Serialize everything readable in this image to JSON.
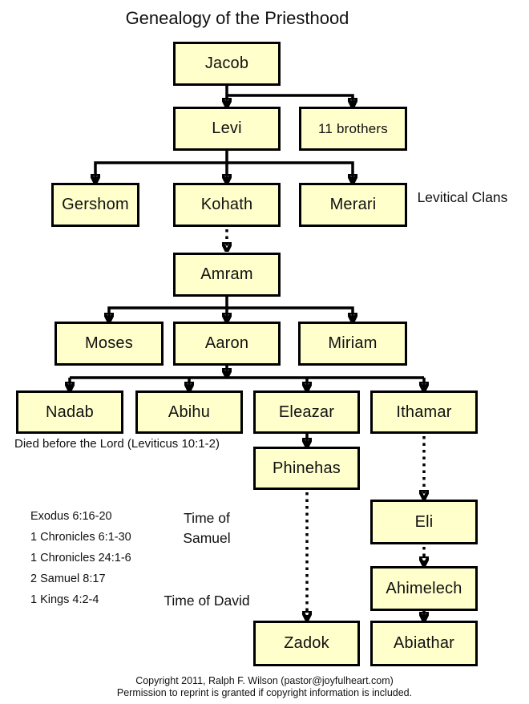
{
  "title": "Genealogy of the Priesthood",
  "nodes": {
    "jacob": {
      "label": "Jacob"
    },
    "levi": {
      "label": "Levi"
    },
    "brothers": {
      "label": "11 brothers"
    },
    "gershom": {
      "label": "Gershom"
    },
    "kohath": {
      "label": "Kohath"
    },
    "merari": {
      "label": "Merari"
    },
    "amram": {
      "label": "Amram"
    },
    "moses": {
      "label": "Moses"
    },
    "aaron": {
      "label": "Aaron"
    },
    "miriam": {
      "label": "Miriam"
    },
    "nadab": {
      "label": "Nadab"
    },
    "abihu": {
      "label": "Abihu"
    },
    "eleazar": {
      "label": "Eleazar"
    },
    "ithamar": {
      "label": "Ithamar"
    },
    "phinehas": {
      "label": "Phinehas"
    },
    "eli": {
      "label": "Eli"
    },
    "ahimelech": {
      "label": "Ahimelech"
    },
    "zadok": {
      "label": "Zadok"
    },
    "abiathar": {
      "label": "Abiathar"
    }
  },
  "annotations": {
    "levitical_clans": "Levitical Clans",
    "died_note": "Died before the Lord (Leviticus 10:1-2)",
    "time_of_samuel": "Time of Samuel",
    "time_of_david": "Time of David"
  },
  "references": [
    "Exodus 6:16-20",
    "1 Chronicles 6:1-30",
    "1 Chronicles 24:1-6",
    "2 Samuel 8:17",
    "1 Kings 4:2-4"
  ],
  "footer": {
    "line1": "Copyright 2011, Ralph F. Wilson (pastor@joyfulheart.com)",
    "line2": "Permission to reprint is granted if copyright information is included."
  },
  "edges": [
    {
      "from": "Jacob",
      "to": "Levi",
      "style": "solid"
    },
    {
      "from": "Jacob",
      "to": "11 brothers",
      "style": "solid"
    },
    {
      "from": "Levi",
      "to": "Gershom",
      "style": "solid"
    },
    {
      "from": "Levi",
      "to": "Kohath",
      "style": "solid"
    },
    {
      "from": "Levi",
      "to": "Merari",
      "style": "solid"
    },
    {
      "from": "Kohath",
      "to": "Amram",
      "style": "dotted"
    },
    {
      "from": "Amram",
      "to": "Moses",
      "style": "solid"
    },
    {
      "from": "Amram",
      "to": "Aaron",
      "style": "solid"
    },
    {
      "from": "Amram",
      "to": "Miriam",
      "style": "solid"
    },
    {
      "from": "Aaron",
      "to": "Nadab",
      "style": "solid"
    },
    {
      "from": "Aaron",
      "to": "Abihu",
      "style": "solid"
    },
    {
      "from": "Aaron",
      "to": "Eleazar",
      "style": "solid"
    },
    {
      "from": "Aaron",
      "to": "Ithamar",
      "style": "solid"
    },
    {
      "from": "Eleazar",
      "to": "Phinehas",
      "style": "solid"
    },
    {
      "from": "Phinehas",
      "to": "Zadok",
      "style": "dotted"
    },
    {
      "from": "Ithamar",
      "to": "Eli",
      "style": "dotted"
    },
    {
      "from": "Eli",
      "to": "Ahimelech",
      "style": "dotted"
    },
    {
      "from": "Ahimelech",
      "to": "Abiathar",
      "style": "solid"
    }
  ],
  "colors": {
    "box_fill": "#FFFFCC",
    "box_border": "#000000",
    "line": "#000000",
    "background": "#FFFFFF",
    "text": "#111111"
  }
}
